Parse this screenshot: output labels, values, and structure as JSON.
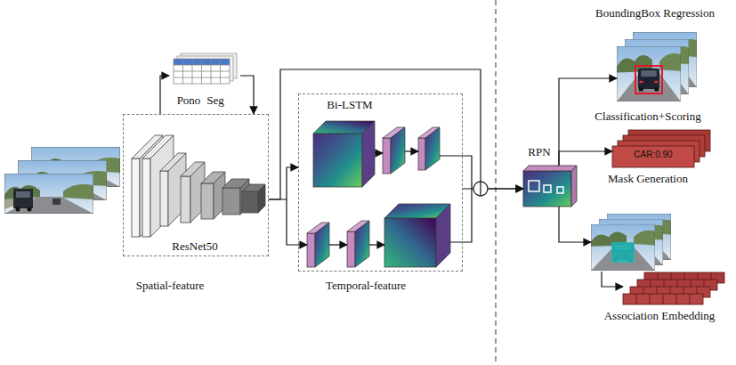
{
  "diagram": {
    "nodes": [
      {
        "text": [
          "ResNet50",
          "Spatial-feature"
        ]
      },
      {
        "text": [
          "Pono",
          "Seg"
        ]
      },
      {
        "text": [
          "Bi-LSTM",
          "Temporal-feature"
        ]
      },
      {
        "text": [
          "RPN"
        ]
      },
      {
        "text": [
          "BoundingBox Regression",
          "Classification+Scoring"
        ]
      },
      {
        "text": [
          "CAR:0.90",
          "Mask Generation"
        ]
      },
      {
        "text": [
          "Association Embedding"
        ]
      }
    ],
    "edges": [
      {
        "from": 0,
        "to": 1,
        "arrow": "to"
      },
      {
        "from": 1,
        "to": 0,
        "arrow": "to"
      },
      {
        "from": 0,
        "to": 2,
        "arrow": "to"
      },
      {
        "from": 0,
        "to": 3,
        "arrow": "to"
      },
      {
        "from": 2,
        "to": 3,
        "arrow": "to"
      },
      {
        "from": 3,
        "to": 4,
        "arrow": "to"
      },
      {
        "from": 3,
        "to": 5,
        "arrow": "to"
      },
      {
        "from": 3,
        "to": 6,
        "arrow": "to"
      }
    ]
  }
}
